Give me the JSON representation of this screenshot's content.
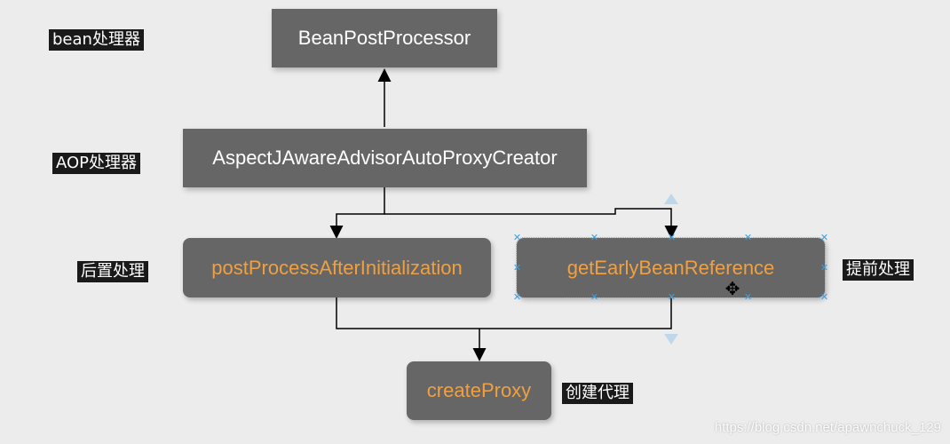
{
  "nodes": {
    "bean_post_processor": "BeanPostProcessor",
    "aop_creator": "AspectJAwareAdvisorAutoProxyCreator",
    "post_process_after": "postProcessAfterInitialization",
    "get_early_ref": "getEarlyBeanReference",
    "create_proxy": "createProxy"
  },
  "labels": {
    "bean": "bean处理器",
    "aop": "AOP处理器",
    "post": "后置处理",
    "early": "提前处理",
    "proxy": "创建代理"
  },
  "watermark": "https://blog.csdn.net/apawnchuck_129",
  "colors": {
    "background": "#ececec",
    "node_fill": "#666666",
    "node_text": "#ffffff",
    "method_text": "#f0a040",
    "selection": "#3aa0e0"
  }
}
